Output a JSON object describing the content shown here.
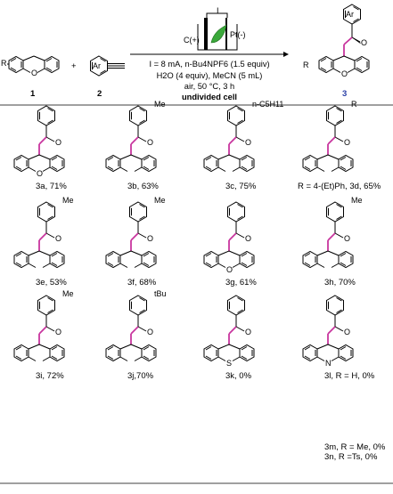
{
  "scheme": {
    "reactant1_label": "1",
    "reactant2_label": "2",
    "product_label": "3",
    "plus": "+",
    "r_group": "R",
    "ar_group": "Ar",
    "oxygen": "O",
    "electrode_anode": "C(+)",
    "electrode_cathode": "Pt(-)",
    "current_symbol": "I",
    "conditions": [
      "I = 8 mA, n-Bu4NPF6 (1.5 equiv)",
      "H2O (4 equiv), MeCN (5 mL)",
      "air, 50 °C, 3 h",
      "undivided cell"
    ]
  },
  "products": [
    {
      "id": "3a",
      "text": "3a, 71%",
      "sub": ""
    },
    {
      "id": "3b",
      "text": "3b, 63%",
      "sub": "Me"
    },
    {
      "id": "3c",
      "text": "3c, 75%",
      "sub": "n-C5H11"
    },
    {
      "id": "3d",
      "text": "R = 4-(Et)Ph, 3d, 65%",
      "sub": "R"
    },
    {
      "id": "3e",
      "text": "3e, 53%",
      "sub": "Me"
    },
    {
      "id": "3f",
      "text": "3f, 68%",
      "sub": "Me"
    },
    {
      "id": "3g",
      "text": "3g, 61%",
      "sub": ""
    },
    {
      "id": "3h",
      "text": "3h, 70%",
      "sub": "Me"
    },
    {
      "id": "3i",
      "text": "3i, 72%",
      "sub": "Me"
    },
    {
      "id": "3j",
      "text": "3j,70%",
      "sub": "tBu"
    },
    {
      "id": "3k",
      "text": "3k, 0%",
      "sub": "S"
    },
    {
      "id": "3l",
      "text": "3l, R = H, 0%",
      "sub": "N"
    },
    {
      "id": "3m",
      "text": "3m, R = Me, 0%",
      "sub": ""
    },
    {
      "id": "3n",
      "text": "3n, R =Ts, 0%",
      "sub": ""
    }
  ],
  "colors": {
    "highlight": "#c8359e",
    "leaf": "#3aa83a",
    "text": "#000000"
  }
}
